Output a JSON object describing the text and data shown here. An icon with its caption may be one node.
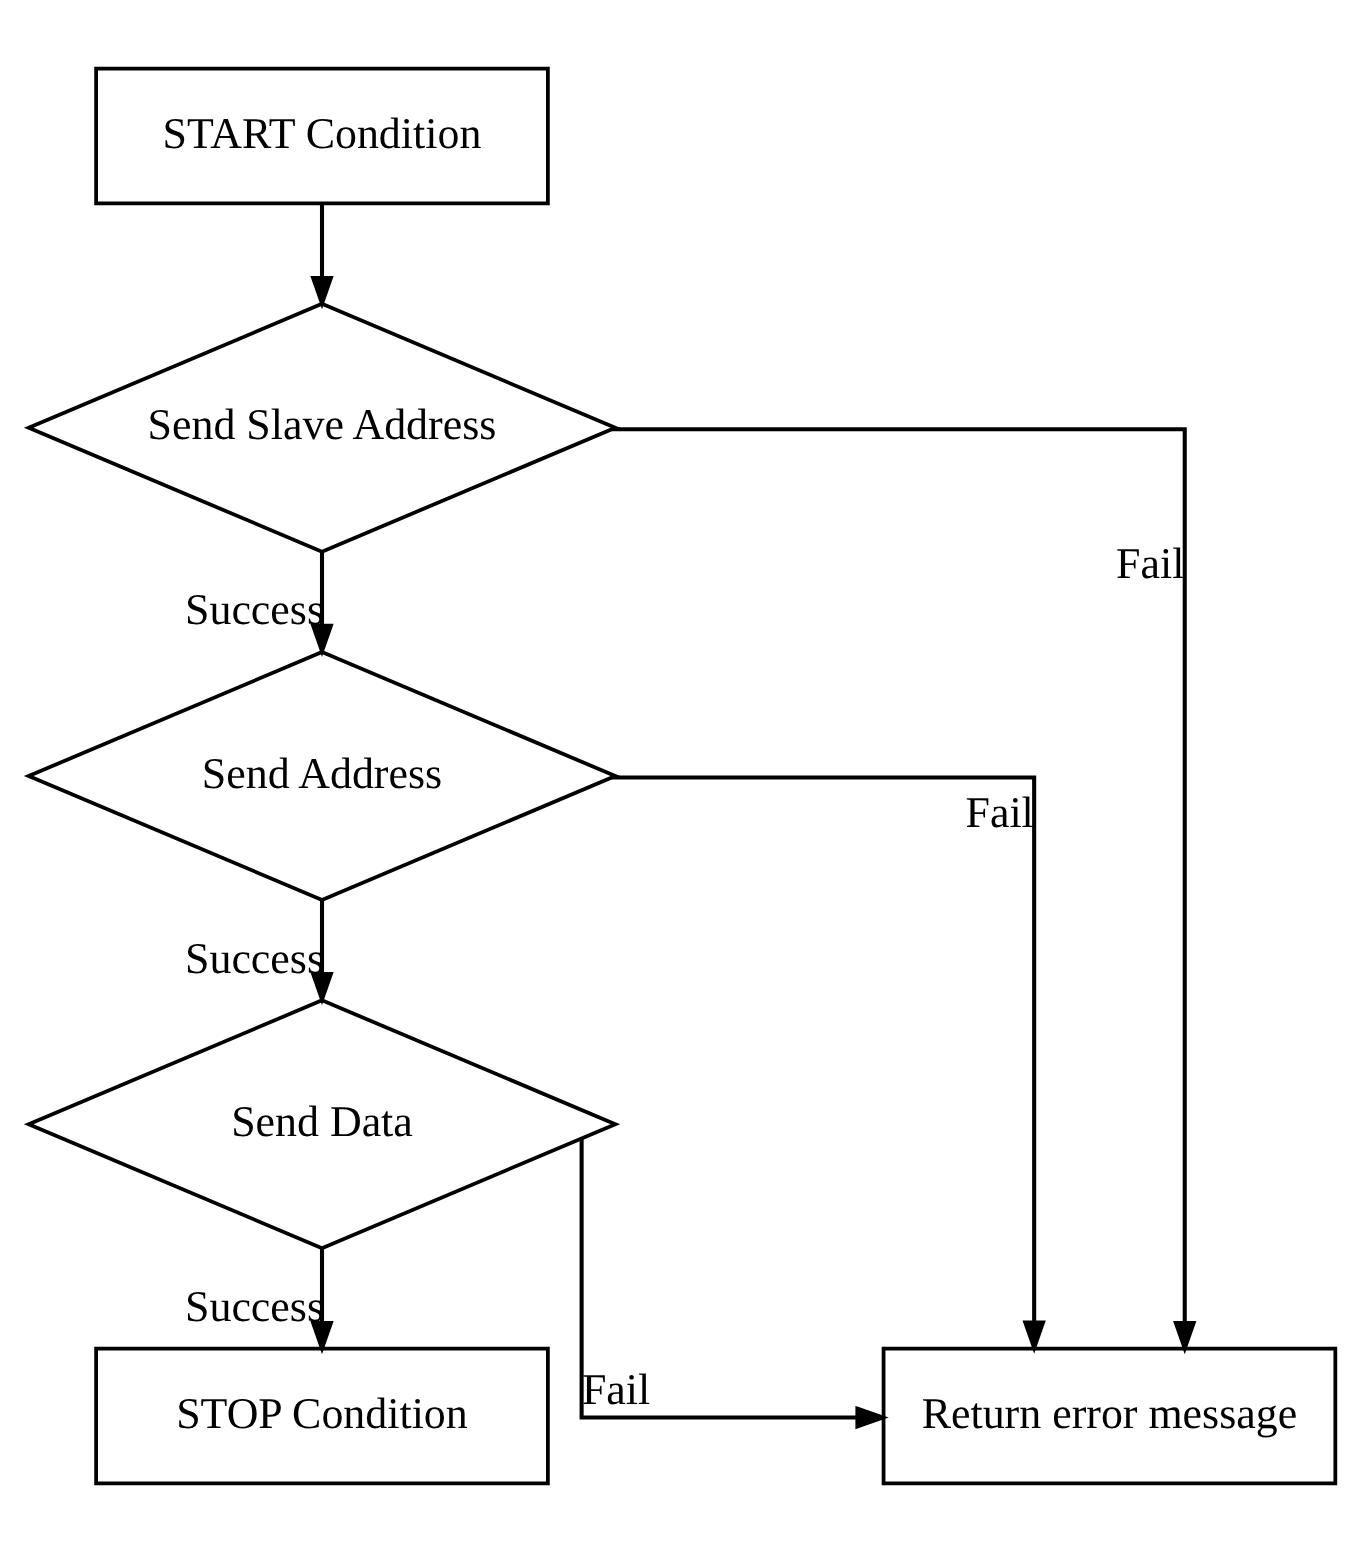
{
  "diagram": {
    "nodes": [
      {
        "text": [
          "START Condition"
        ]
      },
      {
        "text": [
          "Send Slave Address"
        ]
      },
      {
        "text": [
          "Send Address"
        ]
      },
      {
        "text": [
          "Send Data"
        ]
      },
      {
        "text": [
          "STOP Condition"
        ]
      },
      {
        "text": [
          "Return error message"
        ]
      }
    ],
    "edges": [
      {
        "from": 0,
        "to": 1,
        "arrow": "to"
      },
      {
        "from": 1,
        "to": 2,
        "arrow": "to",
        "label": "Success"
      },
      {
        "from": 2,
        "to": 3,
        "arrow": "to",
        "label": "Success"
      },
      {
        "from": 3,
        "to": 4,
        "arrow": "to",
        "label": "Success"
      },
      {
        "from": 1,
        "to": 5,
        "arrow": "to",
        "label": "Fail"
      },
      {
        "from": 2,
        "to": 5,
        "arrow": "to",
        "label": "Fail"
      },
      {
        "from": 3,
        "to": 5,
        "arrow": "to",
        "label": "Fail"
      }
    ]
  }
}
